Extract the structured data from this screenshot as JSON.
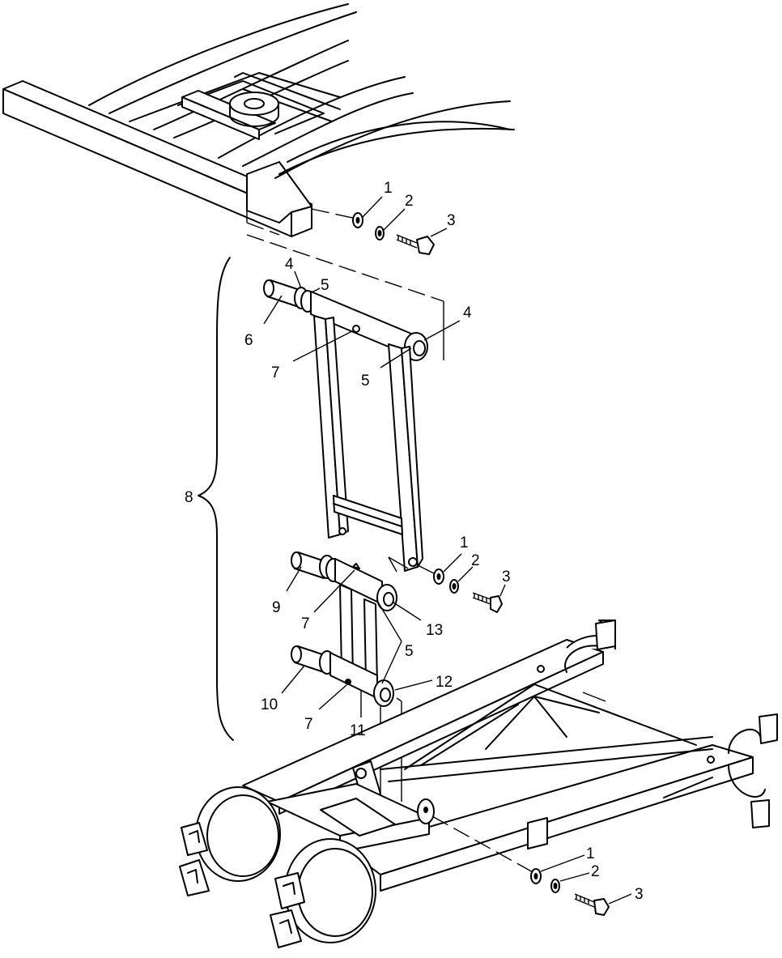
{
  "callouts": [
    {
      "id": "c1a",
      "text": "1"
    },
    {
      "id": "c2a",
      "text": "2"
    },
    {
      "id": "c3a",
      "text": "3"
    },
    {
      "id": "c4a",
      "text": "4"
    },
    {
      "id": "c5a",
      "text": "5"
    },
    {
      "id": "c4b",
      "text": "4"
    },
    {
      "id": "c6",
      "text": "6"
    },
    {
      "id": "c7a",
      "text": "7"
    },
    {
      "id": "c5b",
      "text": "5"
    },
    {
      "id": "c8",
      "text": "8"
    },
    {
      "id": "c1b",
      "text": "1"
    },
    {
      "id": "c2b",
      "text": "2"
    },
    {
      "id": "c3b",
      "text": "3"
    },
    {
      "id": "c9",
      "text": "9"
    },
    {
      "id": "c7b",
      "text": "7"
    },
    {
      "id": "c13",
      "text": "13"
    },
    {
      "id": "c5c",
      "text": "5"
    },
    {
      "id": "c12",
      "text": "12"
    },
    {
      "id": "c10",
      "text": "10"
    },
    {
      "id": "c7c",
      "text": "7"
    },
    {
      "id": "c11",
      "text": "11"
    },
    {
      "id": "c1c",
      "text": "1"
    },
    {
      "id": "c2c",
      "text": "2"
    },
    {
      "id": "c3c",
      "text": "3"
    }
  ]
}
